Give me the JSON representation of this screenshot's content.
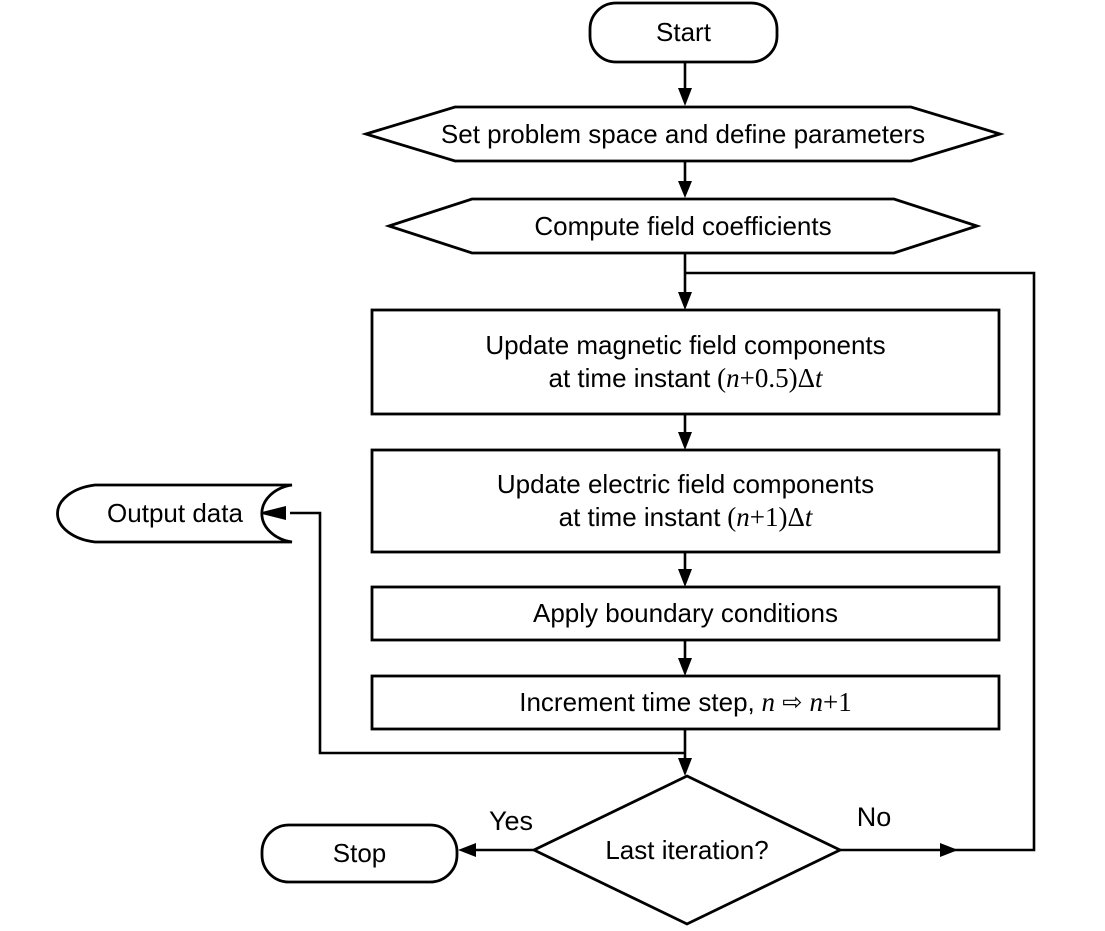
{
  "colors": {
    "background": "#ffffff",
    "stroke": "#000000",
    "text": "#000000"
  },
  "nodes": {
    "start": {
      "label": "Start"
    },
    "set_problem_space": {
      "label": "Set problem space and define parameters"
    },
    "compute_field_coefficients": {
      "label": "Compute field coefficients"
    },
    "update_magnetic": {
      "line1": "Update magnetic field components",
      "line2_prefix": "at time instant",
      "math_open": "(",
      "math_var1": "n",
      "math_mid": "+0.5)",
      "math_delta": "Δ",
      "math_var2": "t"
    },
    "update_electric": {
      "line1": "Update electric field components",
      "line2_prefix": "at time instant",
      "math_open": "(",
      "math_var1": "n",
      "math_mid": "+1)",
      "math_delta": "Δ",
      "math_var2": "t"
    },
    "apply_boundary": {
      "label": "Apply boundary conditions"
    },
    "increment_time_step": {
      "prefix": "Increment time step,",
      "var1": "n",
      "arrow_glyph": "⇨",
      "var2": "n",
      "suffix": "+1"
    },
    "last_iteration": {
      "label": "Last iteration?"
    },
    "stop": {
      "label": "Stop"
    },
    "output_data": {
      "label": "Output data"
    }
  },
  "edge_labels": {
    "yes": "Yes",
    "no": "No"
  }
}
